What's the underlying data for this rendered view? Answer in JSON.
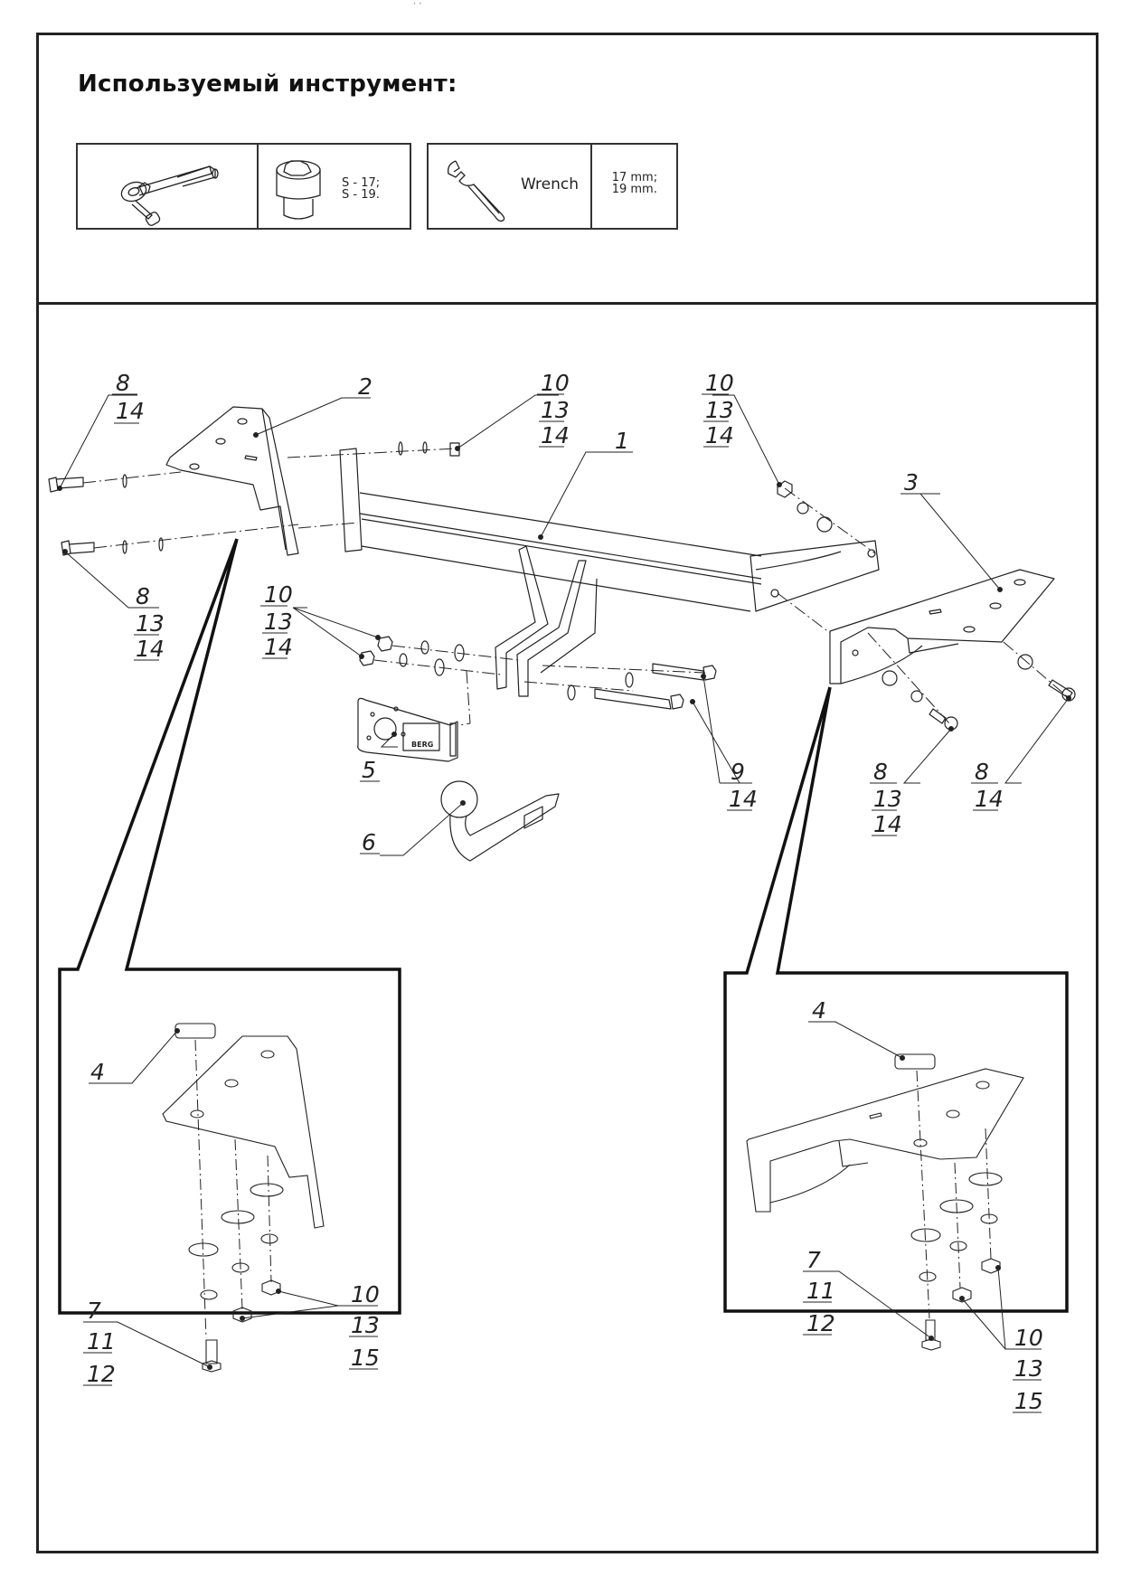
{
  "header": {
    "clipped_text": ", ,",
    "title": "Используемый инструмент:"
  },
  "tools": [
    {
      "name": "ratchet",
      "icon": "ratchet-icon",
      "label": ""
    },
    {
      "name": "socket",
      "icon": "socket-icon",
      "spec_lines": [
        "S - 17;",
        "S - 19."
      ]
    },
    {
      "name": "wrench",
      "icon": "wrench-icon",
      "label": "Wrench",
      "spec_lines": [
        "17 mm;",
        "19 mm."
      ]
    }
  ],
  "callouts": {
    "part1": [
      "1"
    ],
    "part2": [
      "2"
    ],
    "part3": [
      "3"
    ],
    "part5": [
      "5"
    ],
    "part6": [
      "6"
    ],
    "bolt_top_left": [
      "8",
      "14"
    ],
    "bolt_bottom_left": [
      "8",
      "13",
      "14"
    ],
    "nut_top_center": [
      "10",
      "13",
      "14"
    ],
    "nut_top_right": [
      "10",
      "13",
      "14"
    ],
    "nuts_left_middle": [
      "10",
      "13",
      "14"
    ],
    "bolts_center": [
      "9",
      "14"
    ],
    "bolt_right_a": [
      "8",
      "13",
      "14"
    ],
    "bolt_right_b": [
      "8",
      "14"
    ],
    "inset_left_plate": [
      "4"
    ],
    "inset_left_bolt": [
      "7",
      "11",
      "12"
    ],
    "inset_left_nuts": [
      "10",
      "13",
      "15"
    ],
    "inset_right_plate": [
      "4"
    ],
    "inset_right_bolt": [
      "7",
      "11",
      "12"
    ],
    "inset_right_nuts": [
      "10",
      "13",
      "15"
    ]
  },
  "ball_mount_brand": "BERG"
}
